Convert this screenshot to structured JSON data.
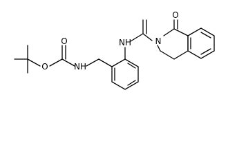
{
  "structure": {
    "atom_labels": {
      "carbamate_carbonyl_o": "O",
      "carbamate_ester_o": "O",
      "carbamate_nh": "NH",
      "urea_nh": "NH",
      "lactam_o": "O",
      "ring_n": "N"
    }
  },
  "colors": {
    "bond": "#000000",
    "label": "#000000",
    "background": "#ffffff"
  }
}
